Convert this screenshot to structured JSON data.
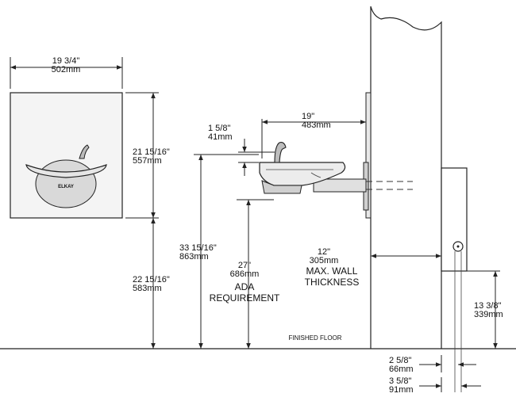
{
  "front_view": {
    "width_imperial": "19 3/4\"",
    "width_metric": "502mm",
    "height_imperial": "21 15/16\"",
    "height_metric": "557mm",
    "floor_to_bottom_imperial": "22 15/16\"",
    "floor_to_bottom_metric": "583mm"
  },
  "side_view": {
    "projection_imperial": "19\"",
    "projection_metric": "483mm",
    "bubbler_height_imperial": "1 5/8\"",
    "bubbler_height_metric": "41mm",
    "rim_height_imperial": "33 15/16\"",
    "rim_height_metric": "863mm",
    "ada_imperial": "27\"",
    "ada_metric": "686mm",
    "ada_label_1": "ADA",
    "ada_label_2": "REQUIREMENT",
    "wall_imperial": "12\"",
    "wall_metric": "305mm",
    "wall_label_1": "MAX. WALL",
    "wall_label_2": "THICKNESS",
    "floor_label": "FINISHED FLOOR",
    "supply_height_imperial": "13 3/8\"",
    "supply_height_metric": "339mm",
    "offset1_imperial": "2 5/8\"",
    "offset1_metric": "66mm",
    "offset2_imperial": "3 5/8\"",
    "offset2_metric": "91mm"
  },
  "logo_text": "ELKAY"
}
